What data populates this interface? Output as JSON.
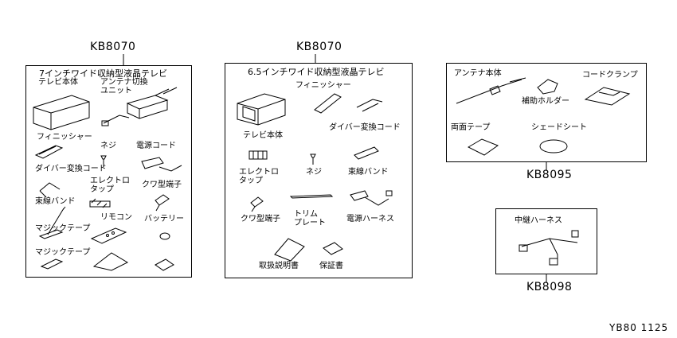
{
  "kits": [
    {
      "code": "KB8070",
      "title": "7インチワイド収納型液晶テレビ",
      "parts": [
        "テレビ本体",
        "アンテナ切換\nユニット",
        "フィニッシャー",
        "ネジ",
        "電源コード",
        "ダイバー変換コード",
        "エレクトロ\nタップ",
        "クワ型端子",
        "束線バンド",
        "リモコン",
        "バッテリー",
        "マジックテープ",
        "マジックテープ"
      ]
    },
    {
      "code": "KB8070",
      "title": "6.5インチワイド収納型液晶テレビ",
      "parts": [
        "フィニッシャー",
        "テレビ本体",
        "ダイバー変換コード",
        "エレクトロ\nタップ",
        "ネジ",
        "束線バンド",
        "クワ型端子",
        "トリム\nプレート",
        "電源ハーネス",
        "取扱説明書",
        "保証書"
      ]
    },
    {
      "code": "KB8095",
      "parts": [
        "アンテナ本体",
        "補助ホルダー",
        "コードクランプ",
        "両面テープ",
        "シェードシート"
      ]
    },
    {
      "code": "KB8098",
      "parts": [
        "中継ハーネス"
      ]
    }
  ],
  "figure_id": "YB80 1125"
}
